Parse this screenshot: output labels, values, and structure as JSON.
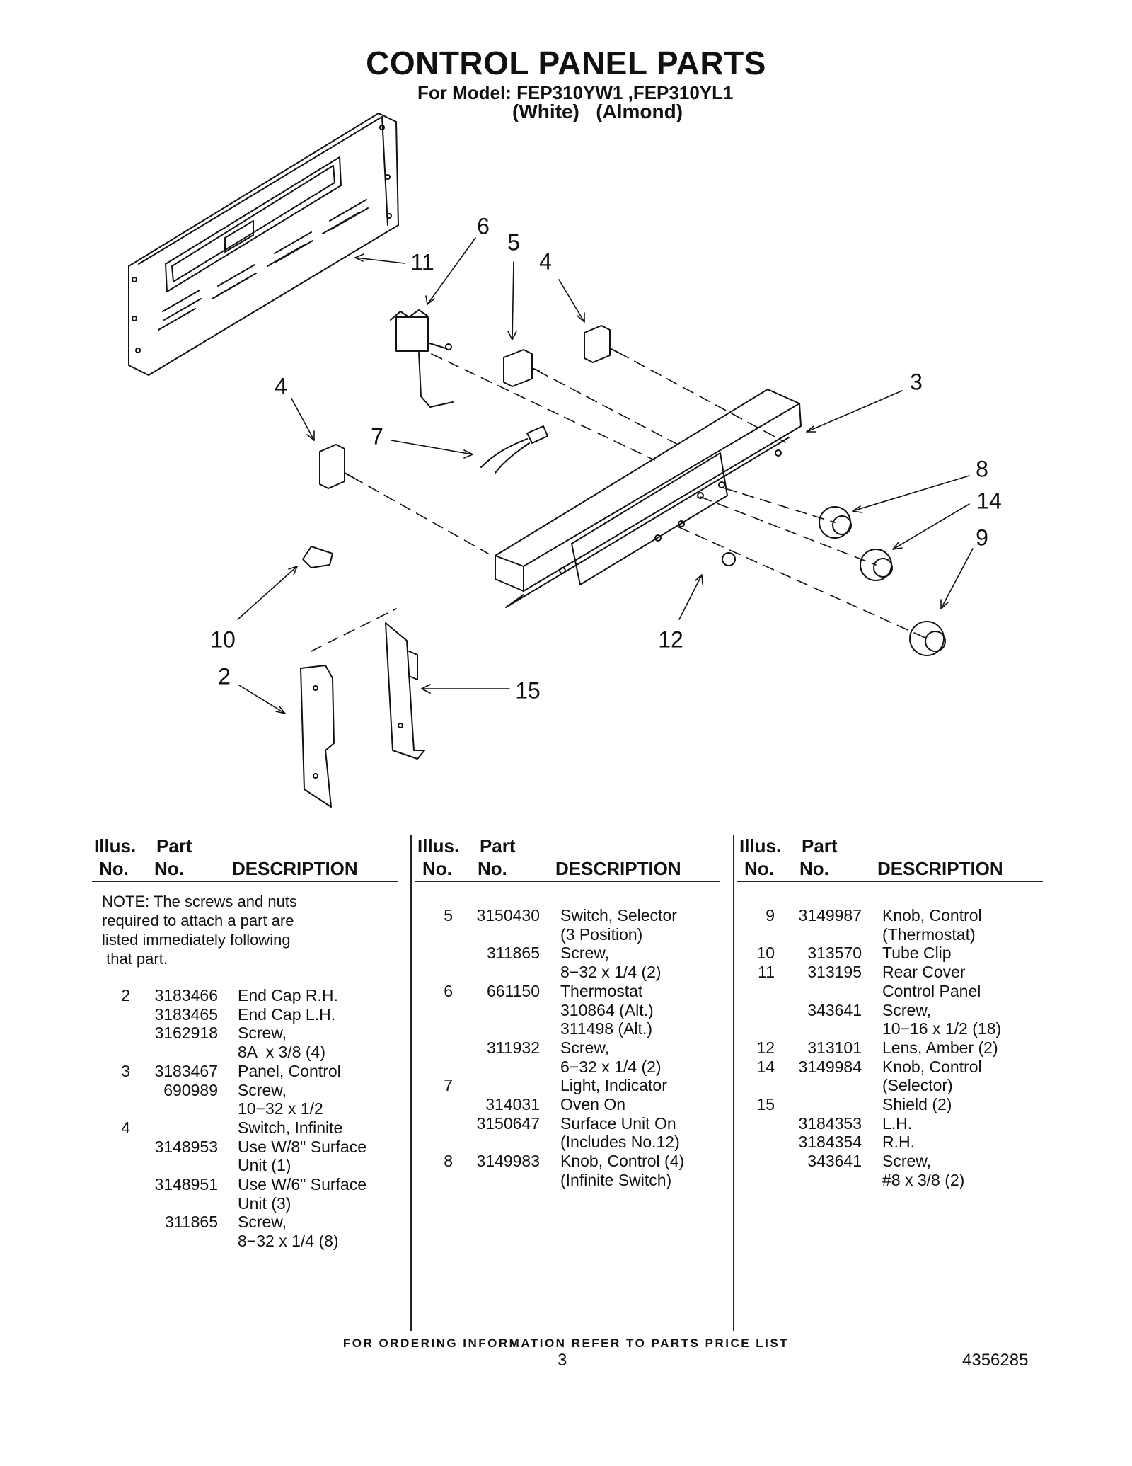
{
  "header": {
    "title": "CONTROL PANEL PARTS",
    "model_line": "For Model: FEP310YW1 ,FEP310YL1",
    "colors_line": "(White)   (Almond)"
  },
  "callouts": [
    "6",
    "5",
    "4",
    "11",
    "4",
    "3",
    "7",
    "8",
    "14",
    "9",
    "10",
    "12",
    "2",
    "15"
  ],
  "table_headers": {
    "illus_no_1": "Illus.",
    "illus_no_2": "No.",
    "part_no_1": "Part",
    "part_no_2": "No.",
    "description": "DESCRIPTION"
  },
  "note": "NOTE: The screws and nuts\nrequired to attach a part are\nlisted immediately following\n that part.",
  "columns": [
    [
      {
        "illus": "2",
        "part": "3183466",
        "desc": "End Cap R.H."
      },
      {
        "illus": "",
        "part": "3183465",
        "desc": "End Cap L.H."
      },
      {
        "illus": "",
        "part": "3162918",
        "desc": "Screw,"
      },
      {
        "illus": "",
        "part": "",
        "desc": "8A  x 3/8 (4)"
      },
      {
        "illus": "3",
        "part": "3183467",
        "desc": "Panel, Control"
      },
      {
        "illus": "",
        "part": "690989",
        "desc": "Screw,"
      },
      {
        "illus": "",
        "part": "",
        "desc": "10−32 x 1/2"
      },
      {
        "illus": "4",
        "part": "",
        "desc": "Switch, Infinite"
      },
      {
        "illus": "",
        "part": "3148953",
        "desc": "Use W/8\" Surface"
      },
      {
        "illus": "",
        "part": "",
        "desc": "Unit (1)"
      },
      {
        "illus": "",
        "part": "3148951",
        "desc": "Use W/6\" Surface"
      },
      {
        "illus": "",
        "part": "",
        "desc": "Unit (3)"
      },
      {
        "illus": "",
        "part": "311865",
        "desc": "Screw,"
      },
      {
        "illus": "",
        "part": "",
        "desc": "8−32 x 1/4 (8)"
      }
    ],
    [
      {
        "illus": "5",
        "part": "3150430",
        "desc": "Switch, Selector"
      },
      {
        "illus": "",
        "part": "",
        "desc": "(3 Position)"
      },
      {
        "illus": "",
        "part": "311865",
        "desc": "Screw,"
      },
      {
        "illus": "",
        "part": "",
        "desc": "8−32 x 1/4 (2)"
      },
      {
        "illus": "6",
        "part": "661150",
        "desc": "Thermostat"
      },
      {
        "illus": "",
        "part": "",
        "desc": "310864 (Alt.)"
      },
      {
        "illus": "",
        "part": "",
        "desc": "311498 (Alt.)"
      },
      {
        "illus": "",
        "part": "311932",
        "desc": "Screw,"
      },
      {
        "illus": "",
        "part": "",
        "desc": "6−32 x 1/4 (2)"
      },
      {
        "illus": "7",
        "part": "",
        "desc": "Light, Indicator"
      },
      {
        "illus": "",
        "part": "314031",
        "desc": "Oven On"
      },
      {
        "illus": "",
        "part": "3150647",
        "desc": "Surface Unit On"
      },
      {
        "illus": "",
        "part": "",
        "desc": "(Includes No.12)"
      },
      {
        "illus": "8",
        "part": "3149983",
        "desc": "Knob, Control (4)"
      },
      {
        "illus": "",
        "part": "",
        "desc": "(Infinite Switch)"
      }
    ],
    [
      {
        "illus": "9",
        "part": "3149987",
        "desc": "Knob, Control"
      },
      {
        "illus": "",
        "part": "",
        "desc": "(Thermostat)"
      },
      {
        "illus": "10",
        "part": "313570",
        "desc": "Tube Clip"
      },
      {
        "illus": "11",
        "part": "313195",
        "desc": "Rear Cover"
      },
      {
        "illus": "",
        "part": "",
        "desc": "Control Panel"
      },
      {
        "illus": "",
        "part": "343641",
        "desc": "Screw,"
      },
      {
        "illus": "",
        "part": "",
        "desc": "10−16 x 1/2 (18)"
      },
      {
        "illus": "12",
        "part": "313101",
        "desc": "Lens, Amber (2)"
      },
      {
        "illus": "14",
        "part": "3149984",
        "desc": "Knob, Control"
      },
      {
        "illus": "",
        "part": "",
        "desc": "(Selector)"
      },
      {
        "illus": "15",
        "part": "",
        "desc": "Shield (2)"
      },
      {
        "illus": "",
        "part": "3184353",
        "desc": "L.H."
      },
      {
        "illus": "",
        "part": "3184354",
        "desc": "R.H."
      },
      {
        "illus": "",
        "part": "343641",
        "desc": "Screw,"
      },
      {
        "illus": "",
        "part": "",
        "desc": "#8 x 3/8 (2)"
      }
    ]
  ],
  "footer": {
    "ordering": "FOR ORDERING INFORMATION REFER TO PARTS PRICE LIST",
    "page_number": "3",
    "doc_number": "4356285"
  }
}
